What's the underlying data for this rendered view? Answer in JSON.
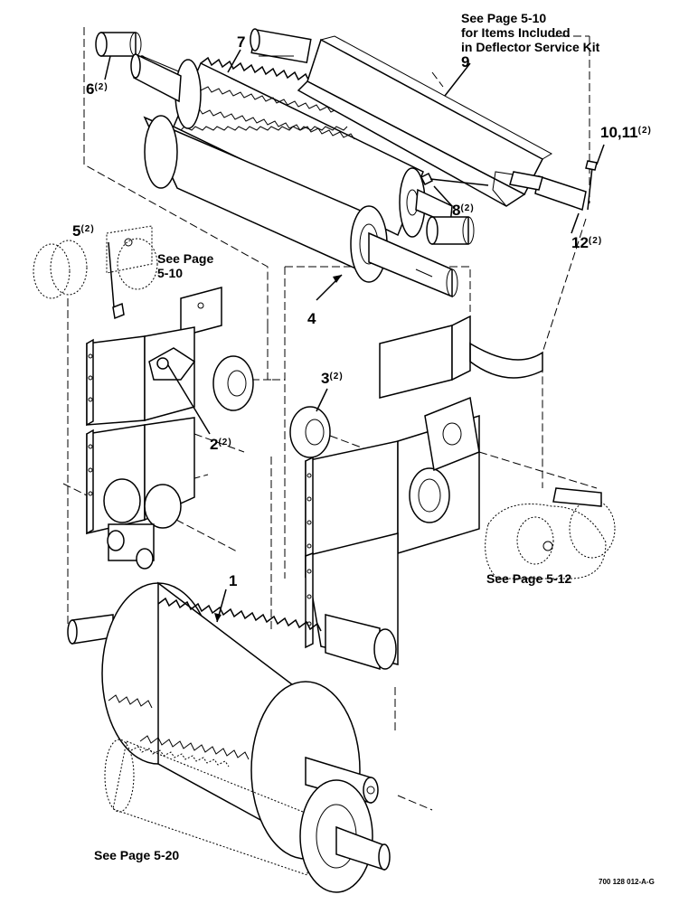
{
  "diagram": {
    "callouts": [
      {
        "id": "c1",
        "number": "1",
        "qty": ""
      },
      {
        "id": "c2",
        "number": "2",
        "qty": "(2)"
      },
      {
        "id": "c3",
        "number": "3",
        "qty": "(2)"
      },
      {
        "id": "c4",
        "number": "4",
        "qty": ""
      },
      {
        "id": "c5",
        "number": "5",
        "qty": "(2)"
      },
      {
        "id": "c6",
        "number": "6",
        "qty": "(2)"
      },
      {
        "id": "c7",
        "number": "7",
        "qty": ""
      },
      {
        "id": "c8",
        "number": "8",
        "qty": "(2)"
      },
      {
        "id": "c9",
        "number": "9",
        "qty": ""
      },
      {
        "id": "c10",
        "number": "10,11",
        "qty": "(2)"
      },
      {
        "id": "c12",
        "number": "12",
        "qty": "(2)"
      }
    ],
    "notes": {
      "deflector_kit": [
        "See Page 5-10",
        "for Items Included",
        "in Deflector Service Kit"
      ],
      "left_plate": [
        "See Page",
        "5-10"
      ],
      "right_gearbox": "See Page 5-12",
      "bottom_roll": "See Page 5-20"
    },
    "drawing_code": "700 128 012-A-G"
  }
}
